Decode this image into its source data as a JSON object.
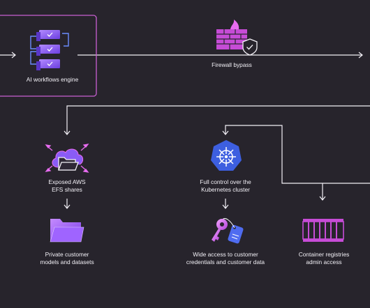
{
  "colors": {
    "background": "#27242c",
    "line": "#f2f0f6",
    "highlight_border": "#c85fd2",
    "icon_purple": "#8a5cf5",
    "icon_pink": "#e86cf0",
    "k8s_blue": "#3d5fe0"
  },
  "nodes": {
    "ai_engine": {
      "label": "AI workflows engine",
      "icon": "stacked-checklist-icon"
    },
    "firewall": {
      "label": "Firewall bypass",
      "icon": "firewall-shield-icon"
    },
    "efs": {
      "label": "Exposed AWS\nEFS shares",
      "icon": "cloud-folder-icon"
    },
    "k8s": {
      "label": "Full control over the\nKubernetes cluster",
      "icon": "kubernetes-helm-icon"
    },
    "models": {
      "label": "Private customer\nmodels and datasets",
      "icon": "folder-icon"
    },
    "credentials": {
      "label": "Wide access to customer\ncredentials and customer data",
      "icon": "key-tag-icon"
    },
    "registries": {
      "label": "Container registries\nadmin access",
      "icon": "container-icon"
    }
  }
}
